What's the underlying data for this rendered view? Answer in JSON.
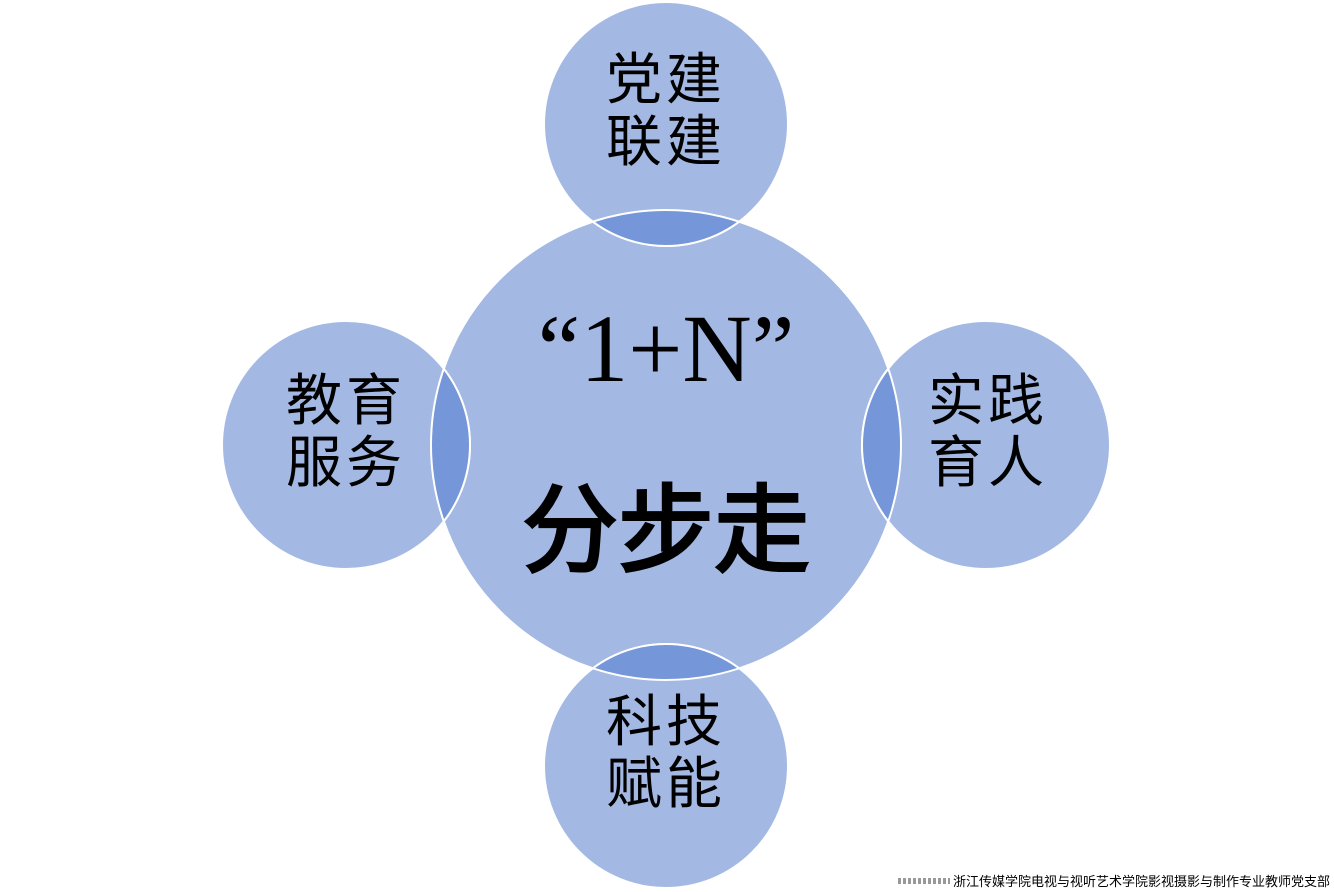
{
  "diagram": {
    "colors": {
      "circle_fill": "#A3B9E4",
      "overlap_fill": "#7596D8",
      "stroke": "#FFFFFF"
    },
    "center": {
      "line1": "“1+N”",
      "line2": "分步走"
    },
    "nodes": [
      {
        "id": "top",
        "line1": "党建",
        "line2": "联建"
      },
      {
        "id": "left",
        "line1": "教育",
        "line2": "服务"
      },
      {
        "id": "right",
        "line1": "实践",
        "line2": "育人"
      },
      {
        "id": "bottom",
        "line1": "科技",
        "line2": "赋能"
      }
    ]
  },
  "footer": {
    "text": "浙江传媒学院电视与视听艺术学院影视摄影与制作专业教师党支部"
  }
}
